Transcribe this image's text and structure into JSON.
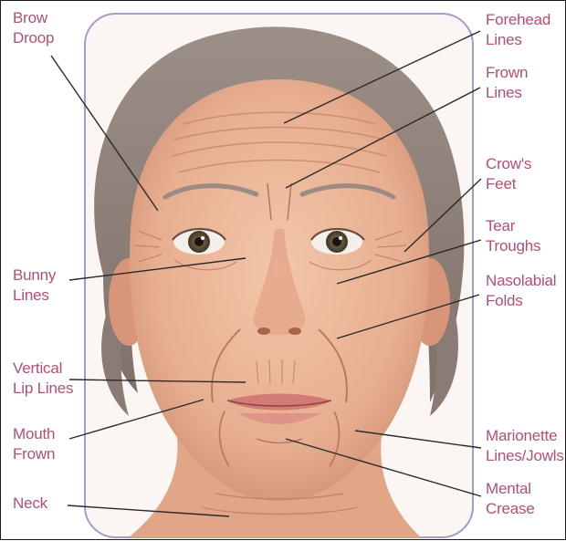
{
  "colors": {
    "label": "#b24f78",
    "leader": "#2a2a2a",
    "frame": "#a79ac9",
    "skin": "#e9b497",
    "hair": "#8f8179"
  },
  "labels": {
    "brow_droop": [
      "Brow",
      "Droop"
    ],
    "forehead_lines": [
      "Forehead",
      "Lines"
    ],
    "frown_lines": [
      "Frown",
      "Lines"
    ],
    "crows_feet": [
      "Crow's",
      "Feet"
    ],
    "tear_troughs": [
      "Tear",
      "Troughs"
    ],
    "bunny_lines": [
      "Bunny",
      "Lines"
    ],
    "nasolabial_folds": [
      "Nasolabial",
      "Folds"
    ],
    "vertical_lip_lines": [
      "Vertical",
      "Lip Lines"
    ],
    "mouth_frown": [
      "Mouth",
      "Frown"
    ],
    "marionette_lines": [
      "Marionette",
      "Lines/Jowls"
    ],
    "mental_crease": [
      "Mental",
      "Crease"
    ],
    "neck": [
      "Neck"
    ]
  }
}
